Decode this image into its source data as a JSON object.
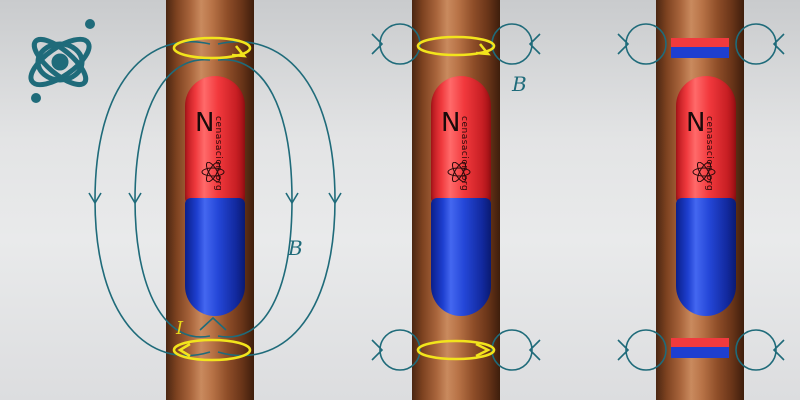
{
  "panels": [
    {
      "id": "full-field",
      "magnet": {
        "pole_letter": "N",
        "brand": "cenasacion.org"
      },
      "labels": {
        "field": "B",
        "current": "I"
      }
    },
    {
      "id": "ring-field",
      "magnet": {
        "pole_letter": "N",
        "brand": "cenasacion.org"
      },
      "labels": {
        "field": "B"
      }
    },
    {
      "id": "equivalent-magnets",
      "magnet": {
        "pole_letter": "N",
        "brand": "cenasacion.org"
      }
    }
  ],
  "colors": {
    "field_lines": "#1f6b7a",
    "current_loops": "#f2e41c",
    "north_cap": "#f03a3e",
    "south_cap": "#1e3fd0",
    "copper": "#b97448"
  },
  "icons": [
    "atom-logo-icon"
  ]
}
